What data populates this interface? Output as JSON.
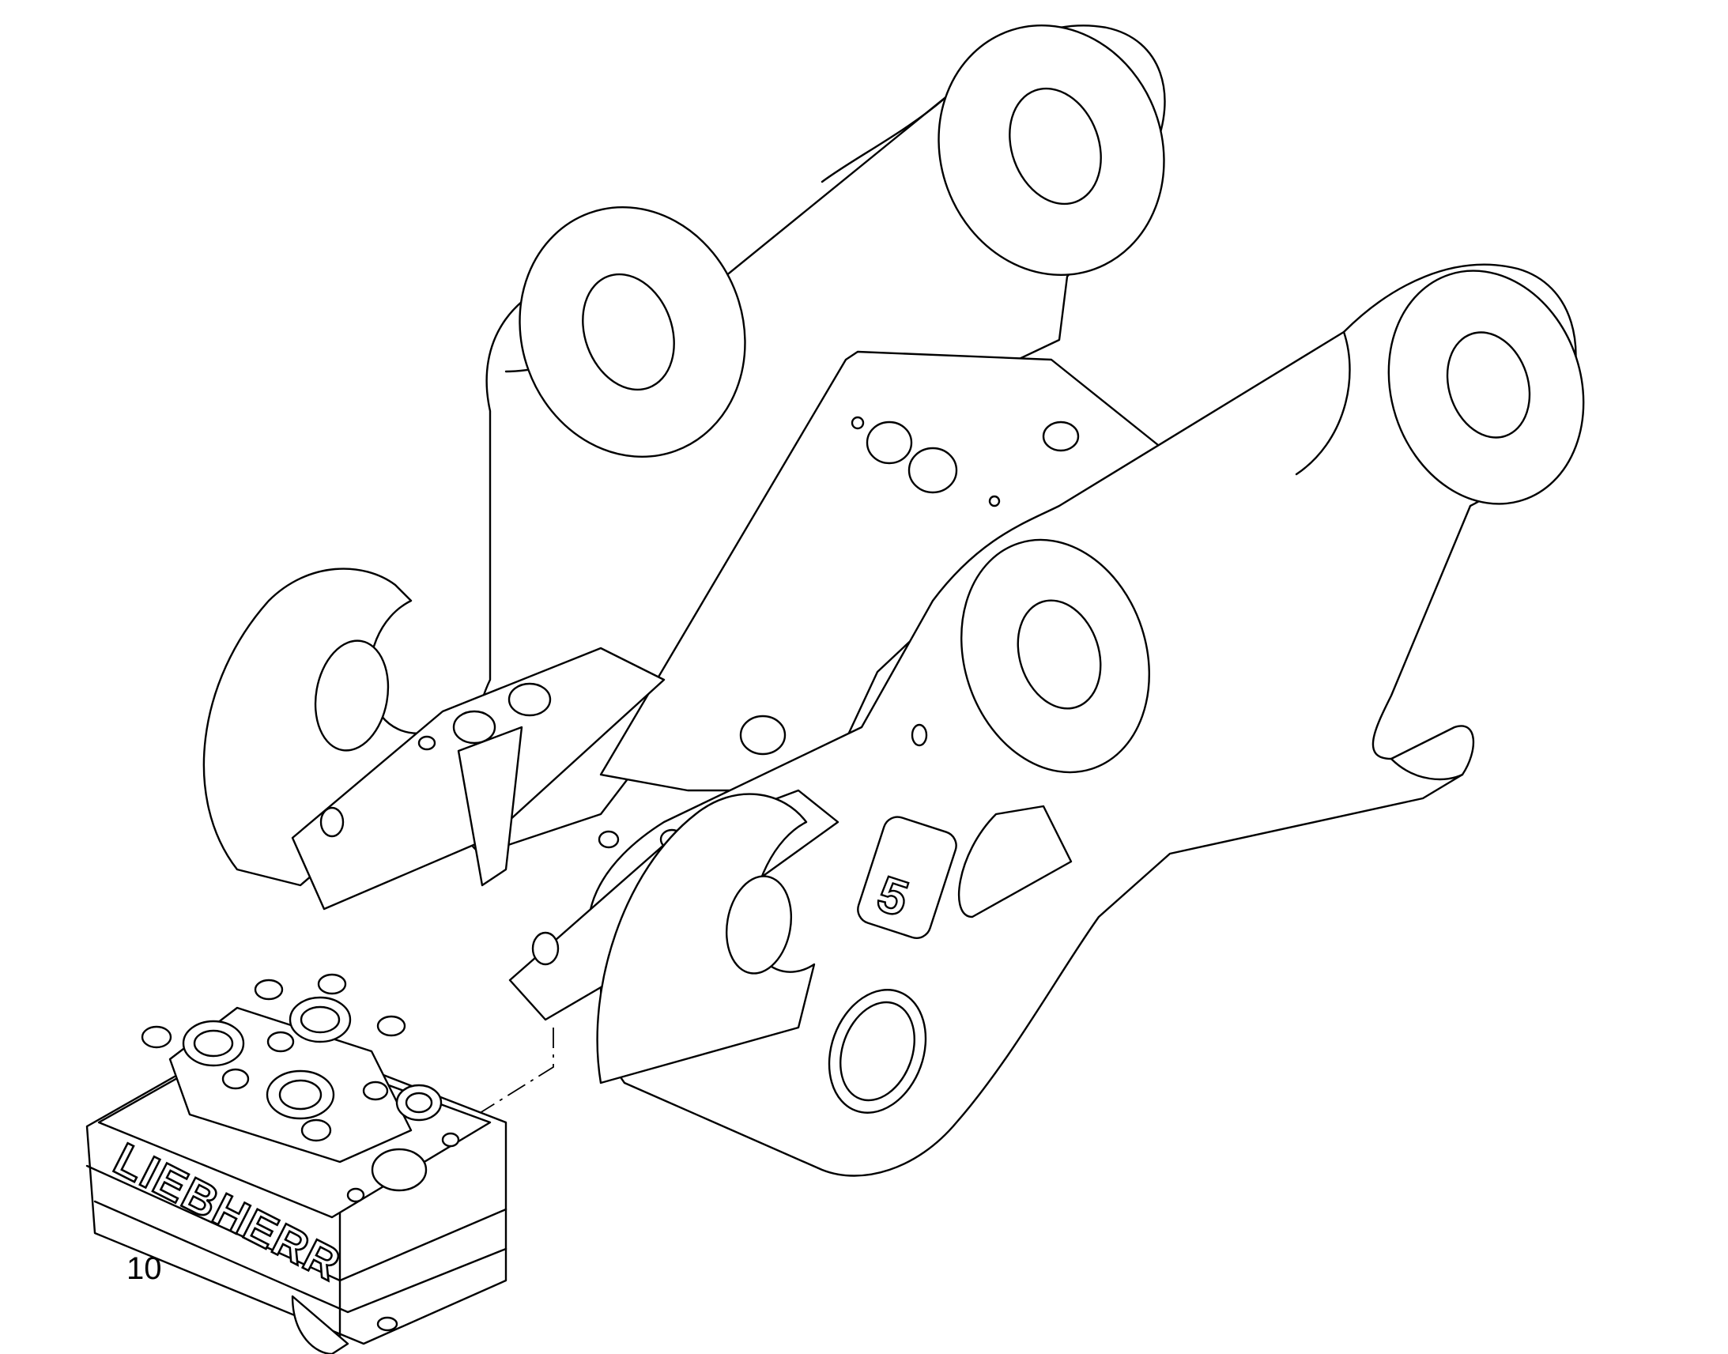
{
  "figure": {
    "callout_label": "10",
    "valve_block_brand": "LIEBHERR",
    "frame_marking": "5"
  },
  "colors": {
    "line": "#000000",
    "background": "#ffffff"
  }
}
